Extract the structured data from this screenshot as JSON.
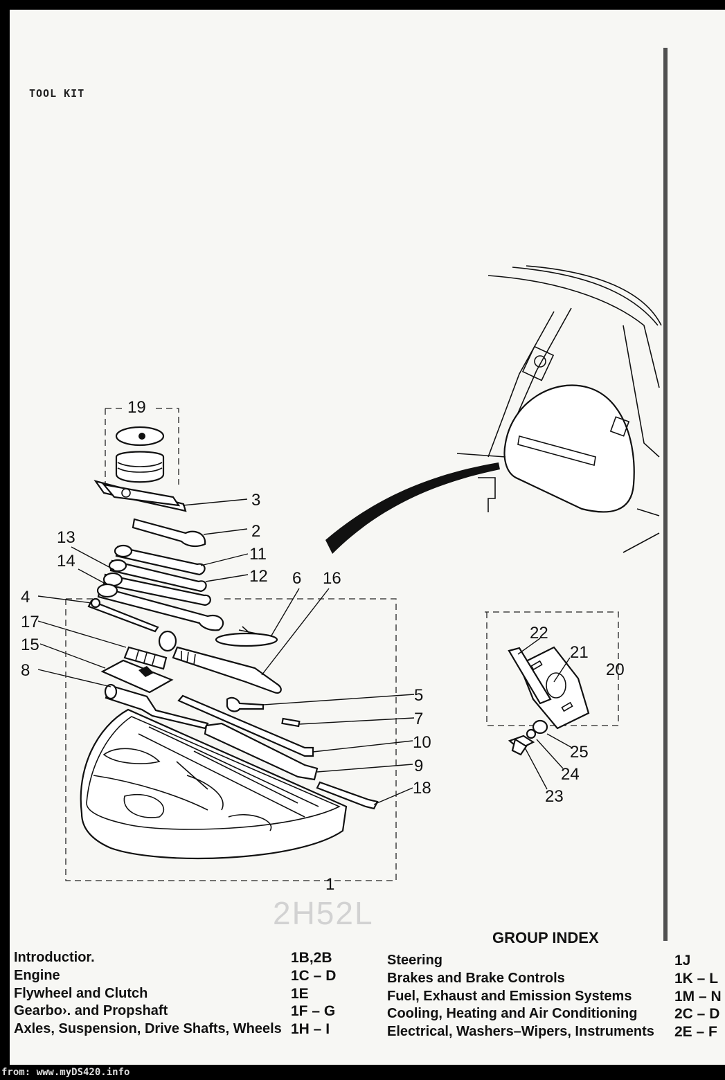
{
  "page": {
    "title": "TOOL KIT",
    "ghost_stamp": "2H52L",
    "footer_credit": "from: www.myDS420.info"
  },
  "callouts": [
    "1",
    "2",
    "3",
    "4",
    "5",
    "6",
    "7",
    "8",
    "9",
    "10",
    "11",
    "12",
    "13",
    "14",
    "15",
    "16",
    "17",
    "18",
    "19",
    "20",
    "21",
    "22",
    "23",
    "24",
    "25"
  ],
  "group_index": {
    "title": "GROUP INDEX",
    "left": [
      {
        "label": "Introductior.",
        "code": "1B,2B"
      },
      {
        "label": "Engine",
        "code": "1C – D"
      },
      {
        "label": "Flywheel and Clutch",
        "code": "1E"
      },
      {
        "label": "Gearbo›. and Propshaft",
        "code": "1F – G"
      },
      {
        "label": "Axles, Suspension, Drive Shafts, Wheels",
        "code": "1H – I"
      }
    ],
    "right": [
      {
        "label": "Steering",
        "code": "1J"
      },
      {
        "label": "Brakes and Brake Controls",
        "code": "1K – L"
      },
      {
        "label": "Fuel, Exhaust and Emission Systems",
        "code": "1M – N"
      },
      {
        "label": "Cooling, Heating and Air Conditioning",
        "code": "2C – D"
      },
      {
        "label": "Electrical, Washers–Wipers, Instruments",
        "code": "2E – F"
      }
    ]
  }
}
